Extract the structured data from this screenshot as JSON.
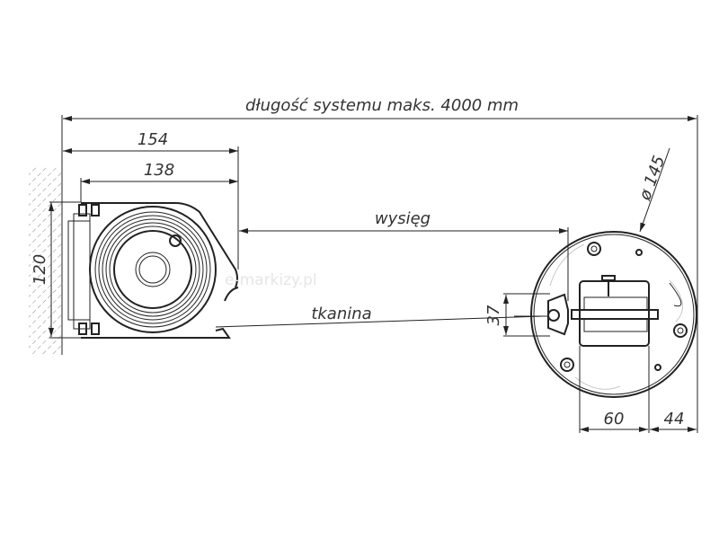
{
  "labels": {
    "system_length": "długość systemu maks. 4000 mm",
    "width_outer": "154",
    "width_inner": "138",
    "height": "120",
    "projection": "wysięg",
    "fabric": "tkanina",
    "diameter": "ø 145",
    "bracket_height": "37",
    "offset_a": "60",
    "offset_b": "44"
  },
  "watermark": "e-markizy.pl"
}
